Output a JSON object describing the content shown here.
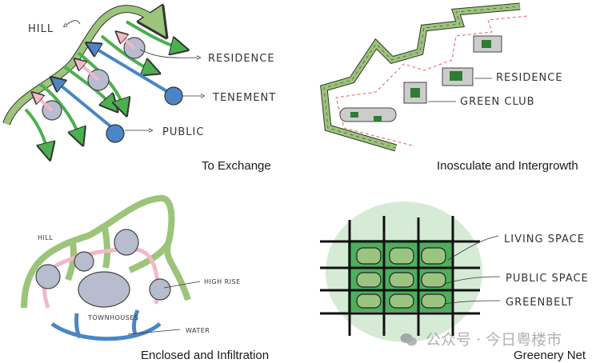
{
  "panels": [
    {
      "caption": "To Exchange",
      "labels": {
        "hill": "HILL",
        "residence": "RESIDENCE",
        "tenement": "TENEMENT",
        "public": "PUBLIC"
      }
    },
    {
      "caption": "Inosculate and Intergrowth",
      "labels": {
        "residence": "RESIDENCE",
        "green_club": "GREEN CLUB"
      }
    },
    {
      "caption": "Enclosed and Infiltration",
      "labels": {
        "hill": "HILL",
        "high_rise": "HIGH RISE",
        "townhouses": "TOWNHOUSES",
        "water": "WATER"
      }
    },
    {
      "caption": "Greenery Net",
      "labels": {
        "living_space": "LIVING SPACE",
        "public_space": "PUBLIC SPACE",
        "greenbelt": "GREENBELT"
      }
    }
  ],
  "watermark": {
    "text": "公众号 · 今日粤楼市",
    "icon": "wechat-icon"
  },
  "colors": {
    "hill_green": "#9cc47a",
    "flow_green": "#4caf50",
    "pink": "#f2b8c6",
    "blue": "#4a86c5",
    "node_gray": "#b8bccf",
    "grid_green": "#4fae5e",
    "pale_green": "#d6ebd6",
    "cell_green": "#9bc57f",
    "red_dash": "#e06060"
  }
}
